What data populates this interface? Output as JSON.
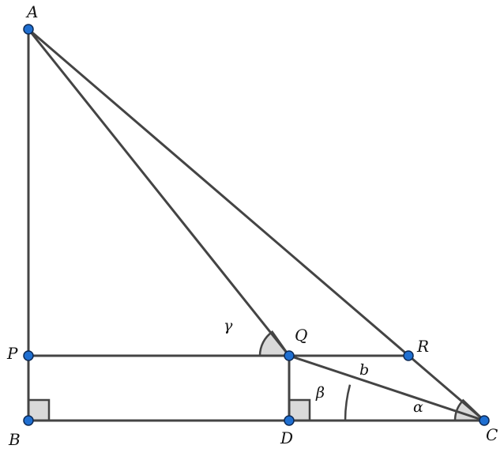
{
  "points": {
    "A": "A",
    "B": "B",
    "C": "C",
    "D": "D",
    "P": "P",
    "Q": "Q",
    "R": "R"
  },
  "angles": {
    "alpha": "α",
    "beta": "β",
    "gamma": "γ"
  },
  "segment_labels": {
    "QC": "b"
  },
  "colors": {
    "line": "#444444",
    "point_fill": "#1f6fd1",
    "angle_fill": "#d9d9d9"
  }
}
